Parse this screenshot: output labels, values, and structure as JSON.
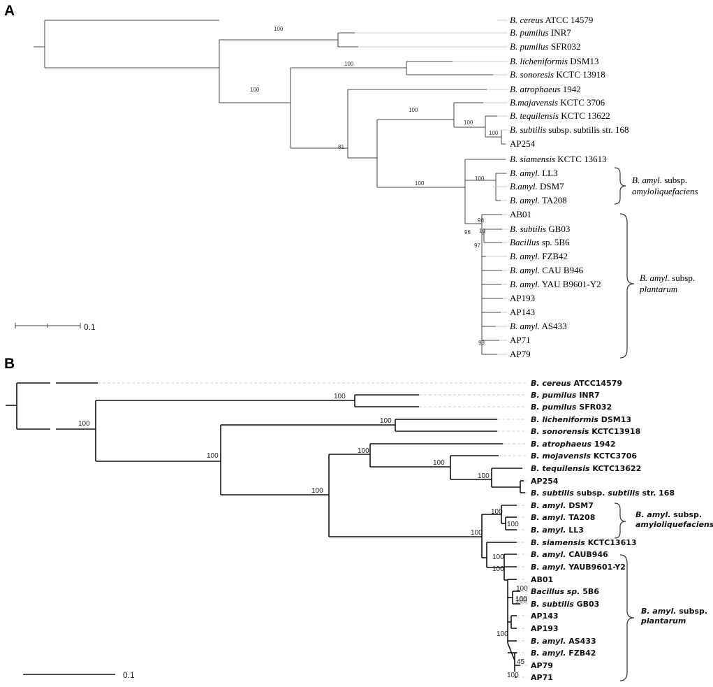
{
  "panel_a": {
    "label": "A",
    "scale_label": "0.1",
    "tips": [
      {
        "id": "bcer",
        "italic": "B. cereus",
        "rest": " ATCC 14579"
      },
      {
        "id": "bpuI",
        "italic": "B. pumilus",
        "rest": " INR7"
      },
      {
        "id": "bpuS",
        "italic": "B. pumilus",
        "rest": " SFR032"
      },
      {
        "id": "blic",
        "italic": "B. licheniformis",
        "rest": " DSM13"
      },
      {
        "id": "bson",
        "italic": "B. sonoresis",
        "rest": " KCTC 13918"
      },
      {
        "id": "batr",
        "italic": "B. atrophaeus",
        "rest": " 1942"
      },
      {
        "id": "bmaj",
        "italic": "B.majavensis",
        "rest": " KCTC 3706"
      },
      {
        "id": "bteq",
        "italic": "B. tequilensis",
        "rest": " KCTC 13622"
      },
      {
        "id": "bsub",
        "italic": "B. subtilis",
        "rest": " subsp. subtilis str. 168"
      },
      {
        "id": "ap254",
        "italic": "",
        "rest": "AP254"
      },
      {
        "id": "bsia",
        "italic": "B. siamensis",
        "rest": " KCTC 13613"
      },
      {
        "id": "ll3",
        "italic": "B. amyl.",
        "rest": " LL3"
      },
      {
        "id": "dsm7",
        "italic": "B.amyl.",
        "rest": " DSM7"
      },
      {
        "id": "ta208",
        "italic": "B. amyl.",
        "rest": " TA208"
      },
      {
        "id": "ab01",
        "italic": "",
        "rest": "AB01"
      },
      {
        "id": "gb03",
        "italic": "B. subtilis",
        "rest": " GB03"
      },
      {
        "id": "b5b6",
        "italic": "Bacillus",
        "rest": " sp. 5B6"
      },
      {
        "id": "fzb42",
        "italic": "B. amyl.",
        "rest": " FZB42"
      },
      {
        "id": "cau",
        "italic": "B. amyl.",
        "rest": " CAU B946"
      },
      {
        "id": "yau",
        "italic": "B. amyl.",
        "rest": " YAU B9601-Y2"
      },
      {
        "id": "ap193",
        "italic": "",
        "rest": "AP193"
      },
      {
        "id": "ap143",
        "italic": "",
        "rest": "AP143"
      },
      {
        "id": "as433",
        "italic": "B. amyl.",
        "rest": " AS433"
      },
      {
        "id": "ap71",
        "italic": "",
        "rest": "AP71"
      },
      {
        "id": "ap79",
        "italic": "",
        "rest": "AP79"
      }
    ],
    "bootstraps": [
      {
        "id": "pum",
        "value": "100"
      },
      {
        "id": "lic",
        "value": "100"
      },
      {
        "id": "core",
        "value": "100"
      },
      {
        "id": "teq",
        "value": "100"
      },
      {
        "id": "tsub",
        "value": "100"
      },
      {
        "id": "sub",
        "value": "100"
      },
      {
        "id": "mid",
        "value": "81"
      },
      {
        "id": "amy",
        "value": "100"
      },
      {
        "id": "amyq",
        "value": "100"
      },
      {
        "id": "grp",
        "value": "96"
      },
      {
        "id": "p98",
        "value": "98"
      },
      {
        "id": "p10",
        "value": "10"
      },
      {
        "id": "p97",
        "value": "97"
      },
      {
        "id": "p93",
        "value": "93"
      }
    ],
    "subsp_amylo": {
      "italic1": "B. amyl.",
      "rest1": " subsp.",
      "italic2": "amyloliquefaciens"
    },
    "subsp_plant": {
      "italic1": "B. amyl.",
      "rest1": " subsp.",
      "italic2": "plantarum"
    }
  },
  "panel_b": {
    "label": "B",
    "scale_label": "0.1",
    "tips": [
      {
        "id": "bcer",
        "italic": "B. cereus",
        "rest": " ATCC14579"
      },
      {
        "id": "bpuI",
        "italic": "B. pumilus",
        "rest": " INR7"
      },
      {
        "id": "bpuS",
        "italic": "B. pumilus",
        "rest": " SFR032"
      },
      {
        "id": "blic",
        "italic": "B. licheniformis",
        "rest": " DSM13"
      },
      {
        "id": "bson",
        "italic": "B. sonorensis",
        "rest": " KCTC13918"
      },
      {
        "id": "batr",
        "italic": "B. atrophaeus",
        "rest": " 1942"
      },
      {
        "id": "bmoj",
        "italic": "B. mojavensis",
        "rest": " KCTC3706"
      },
      {
        "id": "bteq",
        "italic": "B. tequilensis",
        "rest": " KCTC13622"
      },
      {
        "id": "ap254",
        "italic": "",
        "rest": "AP254"
      },
      {
        "id": "bsub",
        "italic": "B. subtilis",
        "rest": " subsp. ",
        "italic2": "subtilis",
        "rest2": " str. 168"
      },
      {
        "id": "dsm7",
        "italic": "B. amyl.",
        "rest": " DSM7"
      },
      {
        "id": "ta208",
        "italic": "B. amyl.",
        "rest": " TA208"
      },
      {
        "id": "ll3",
        "italic": "B. amyl.",
        "rest": " LL3"
      },
      {
        "id": "bsia",
        "italic": "B. siamensis",
        "rest": " KCTC13613"
      },
      {
        "id": "cau",
        "italic": "B. amyl.",
        "rest": " CAUB946"
      },
      {
        "id": "yau",
        "italic": "B. amyl.",
        "rest": " YAUB9601-Y2"
      },
      {
        "id": "ab01",
        "italic": "",
        "rest": "AB01"
      },
      {
        "id": "b5b6",
        "italic": "Bacillus sp.",
        "rest": " 5B6"
      },
      {
        "id": "gb03",
        "italic": "B. subtilis",
        "rest": " GB03"
      },
      {
        "id": "ap143",
        "italic": "",
        "rest": "AP143"
      },
      {
        "id": "ap193",
        "italic": "",
        "rest": "AP193"
      },
      {
        "id": "as433",
        "italic": "B. amyl.",
        "rest": " AS433"
      },
      {
        "id": "fzb42",
        "italic": "B. amyl.",
        "rest": " FZB42"
      },
      {
        "id": "ap79",
        "italic": "",
        "rest": "AP79"
      },
      {
        "id": "ap71",
        "italic": "",
        "rest": "AP71"
      }
    ],
    "bootstraps": [
      {
        "id": "pum",
        "value": "100"
      },
      {
        "id": "root",
        "value": "100"
      },
      {
        "id": "lic",
        "value": "100"
      },
      {
        "id": "n300",
        "value": "100"
      },
      {
        "id": "n447",
        "value": "100"
      },
      {
        "id": "n520",
        "value": "100"
      },
      {
        "id": "n625",
        "value": "100"
      },
      {
        "id": "n690",
        "value": "100"
      },
      {
        "id": "amy",
        "value": "100"
      },
      {
        "id": "amyq",
        "value": "100"
      },
      {
        "id": "amy2",
        "value": "100"
      },
      {
        "id": "plant",
        "value": "100"
      },
      {
        "id": "cau",
        "value": "100"
      },
      {
        "id": "yau",
        "value": "100"
      },
      {
        "id": "b5b6",
        "value": "100"
      },
      {
        "id": "gb03",
        "value": "100"
      },
      {
        "id": "ap",
        "value": "100"
      },
      {
        "id": "p45",
        "value": "45"
      },
      {
        "id": "p100b",
        "value": "100"
      }
    ],
    "subsp_amylo": {
      "italic1": "B. amyl.",
      "rest1": " subsp.",
      "italic2": "amyloliquefaciens"
    },
    "subsp_plant": {
      "italic1": "B. amyl.",
      "rest1": " subsp.",
      "italic2": "plantarum"
    }
  }
}
